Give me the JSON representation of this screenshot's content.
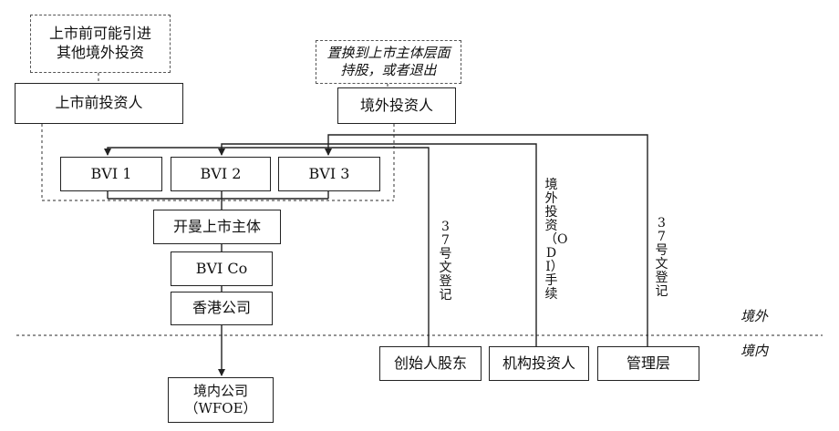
{
  "boxes": {
    "pre_ipo_note": "上市前可能引进\n其他境外投资",
    "pre_ipo_investor": "上市前投资人",
    "swap_note": "置换到上市主体层面\n持股，或者退出",
    "offshore_investor": "境外投资人",
    "bvi1": "BVI 1",
    "bvi2": "BVI 2",
    "bvi3": "BVI 3",
    "cayman": "开曼上市主体",
    "bvi_co": "BVI Co",
    "hk_company": "香港公司",
    "domestic_company": "境内公司\n（WFOE）",
    "founder": "创始人股东",
    "institutional": "机构投资人",
    "management": "管理层"
  },
  "vertical_labels": {
    "reg37_left": "37号文登记",
    "odi": "境外投资（ODI）手续",
    "reg37_right": "37号文登记"
  },
  "zones": {
    "offshore": "境外",
    "onshore": "境内"
  }
}
